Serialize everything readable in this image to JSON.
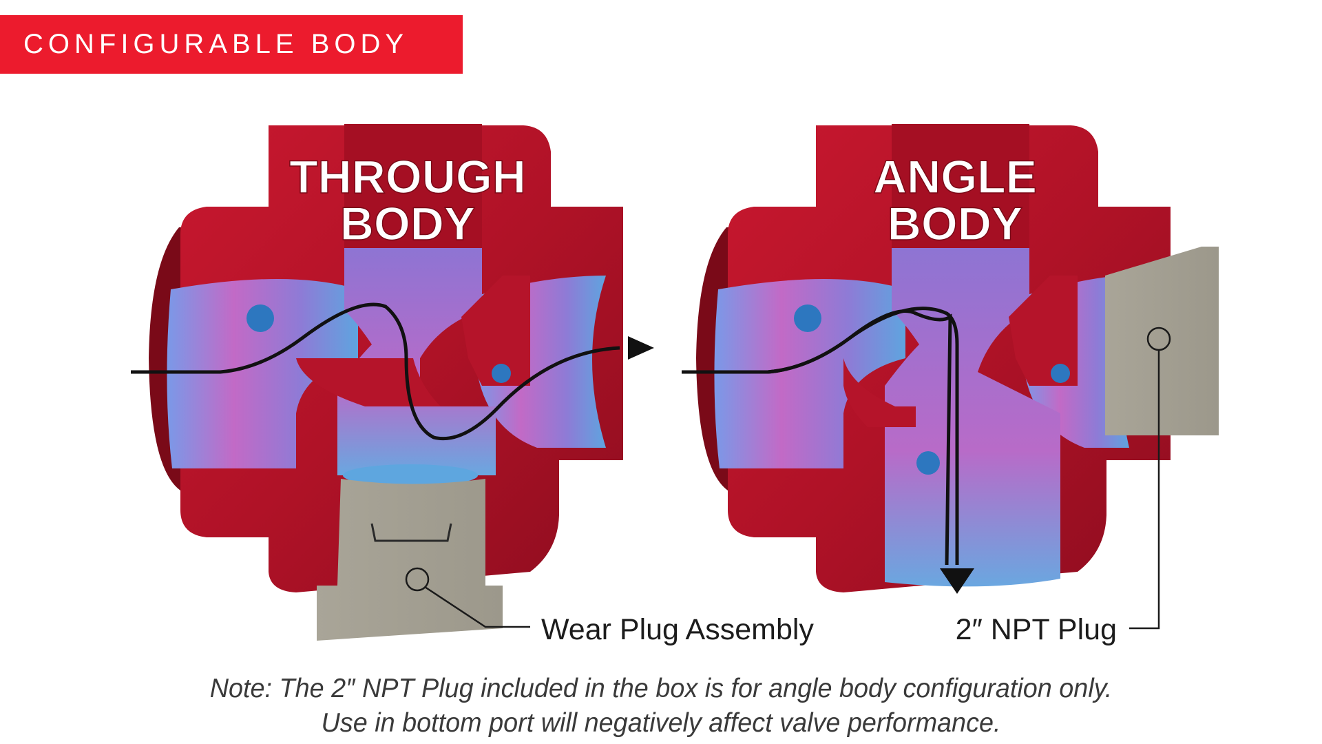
{
  "banner": {
    "title": "CONFIGURABLE BODY"
  },
  "panels": {
    "through": {
      "title_line1": "THROUGH",
      "title_line2": "BODY",
      "callout": "Wear Plug Assembly"
    },
    "angle": {
      "title_line1": "ANGLE",
      "title_line2": "BODY",
      "callout": "2″ NPT Plug"
    }
  },
  "note": {
    "line1": "Note: The 2″ NPT Plug included in the box is for angle body configuration only.",
    "line2": "Use in bottom port will negatively affect valve performance."
  },
  "colors": {
    "banner": "#ec1b2d",
    "body_red": "#b5122a",
    "interior_blue": "#6a8be0",
    "interior_magenta": "#c45fbf",
    "plug_gray": "#a7a397",
    "flow_arrow": "#111111"
  }
}
